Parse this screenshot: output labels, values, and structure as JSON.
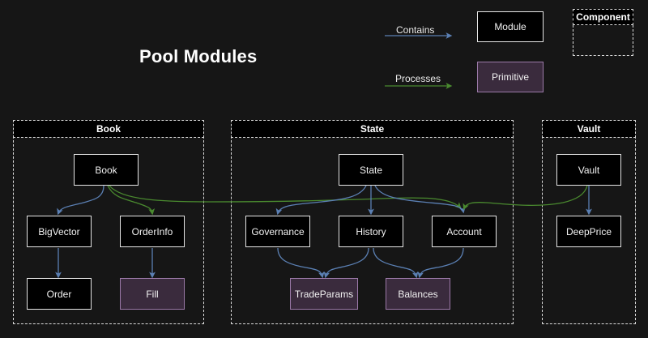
{
  "diagram": {
    "title": "Pool Modules",
    "background_color": "#161616"
  },
  "legend": {
    "contains_label": "Contains",
    "processes_label": "Processes",
    "contains_color": "#5b80b4",
    "processes_color": "#3d7a2a",
    "module_sample": "Module",
    "primitive_sample": "Primitive",
    "component_sample": "Component",
    "module_fill": "#000000",
    "module_stroke": "#e6e6e6",
    "primitive_fill": "#3a2b3d",
    "primitive_stroke": "#9b79a8"
  },
  "clusters": [
    {
      "id": "book",
      "label": "Book"
    },
    {
      "id": "state",
      "label": "State"
    },
    {
      "id": "vault",
      "label": "Vault"
    }
  ],
  "nodes": [
    {
      "id": "book",
      "label": "Book",
      "type": "module",
      "cluster": "book"
    },
    {
      "id": "bigvector",
      "label": "BigVector",
      "type": "module",
      "cluster": "book"
    },
    {
      "id": "orderinfo",
      "label": "OrderInfo",
      "type": "module",
      "cluster": "book"
    },
    {
      "id": "order",
      "label": "Order",
      "type": "module",
      "cluster": "book"
    },
    {
      "id": "fill",
      "label": "Fill",
      "type": "primitive",
      "cluster": "book"
    },
    {
      "id": "state",
      "label": "State",
      "type": "module",
      "cluster": "state"
    },
    {
      "id": "governance",
      "label": "Governance",
      "type": "module",
      "cluster": "state"
    },
    {
      "id": "history",
      "label": "History",
      "type": "module",
      "cluster": "state"
    },
    {
      "id": "account",
      "label": "Account",
      "type": "module",
      "cluster": "state"
    },
    {
      "id": "tradeparams",
      "label": "TradeParams",
      "type": "primitive",
      "cluster": "state"
    },
    {
      "id": "balances",
      "label": "Balances",
      "type": "primitive",
      "cluster": "state"
    },
    {
      "id": "vault",
      "label": "Vault",
      "type": "module",
      "cluster": "vault"
    },
    {
      "id": "deepprice",
      "label": "DeepPrice",
      "type": "module",
      "cluster": "vault"
    }
  ],
  "edges": [
    {
      "from": "book",
      "to": "bigvector",
      "kind": "contains"
    },
    {
      "from": "book",
      "to": "orderinfo",
      "kind": "processes"
    },
    {
      "from": "bigvector",
      "to": "order",
      "kind": "contains"
    },
    {
      "from": "orderinfo",
      "to": "fill",
      "kind": "contains"
    },
    {
      "from": "state",
      "to": "governance",
      "kind": "contains"
    },
    {
      "from": "state",
      "to": "history",
      "kind": "contains"
    },
    {
      "from": "state",
      "to": "account",
      "kind": "contains"
    },
    {
      "from": "book",
      "to": "governance",
      "kind": "processes"
    },
    {
      "from": "vault",
      "to": "account",
      "kind": "processes"
    },
    {
      "from": "governance",
      "to": "tradeparams",
      "kind": "contains"
    },
    {
      "from": "history",
      "to": "tradeparams",
      "kind": "contains"
    },
    {
      "from": "history",
      "to": "balances",
      "kind": "contains"
    },
    {
      "from": "account",
      "to": "balances",
      "kind": "contains"
    },
    {
      "from": "vault",
      "to": "deepprice",
      "kind": "contains"
    }
  ]
}
